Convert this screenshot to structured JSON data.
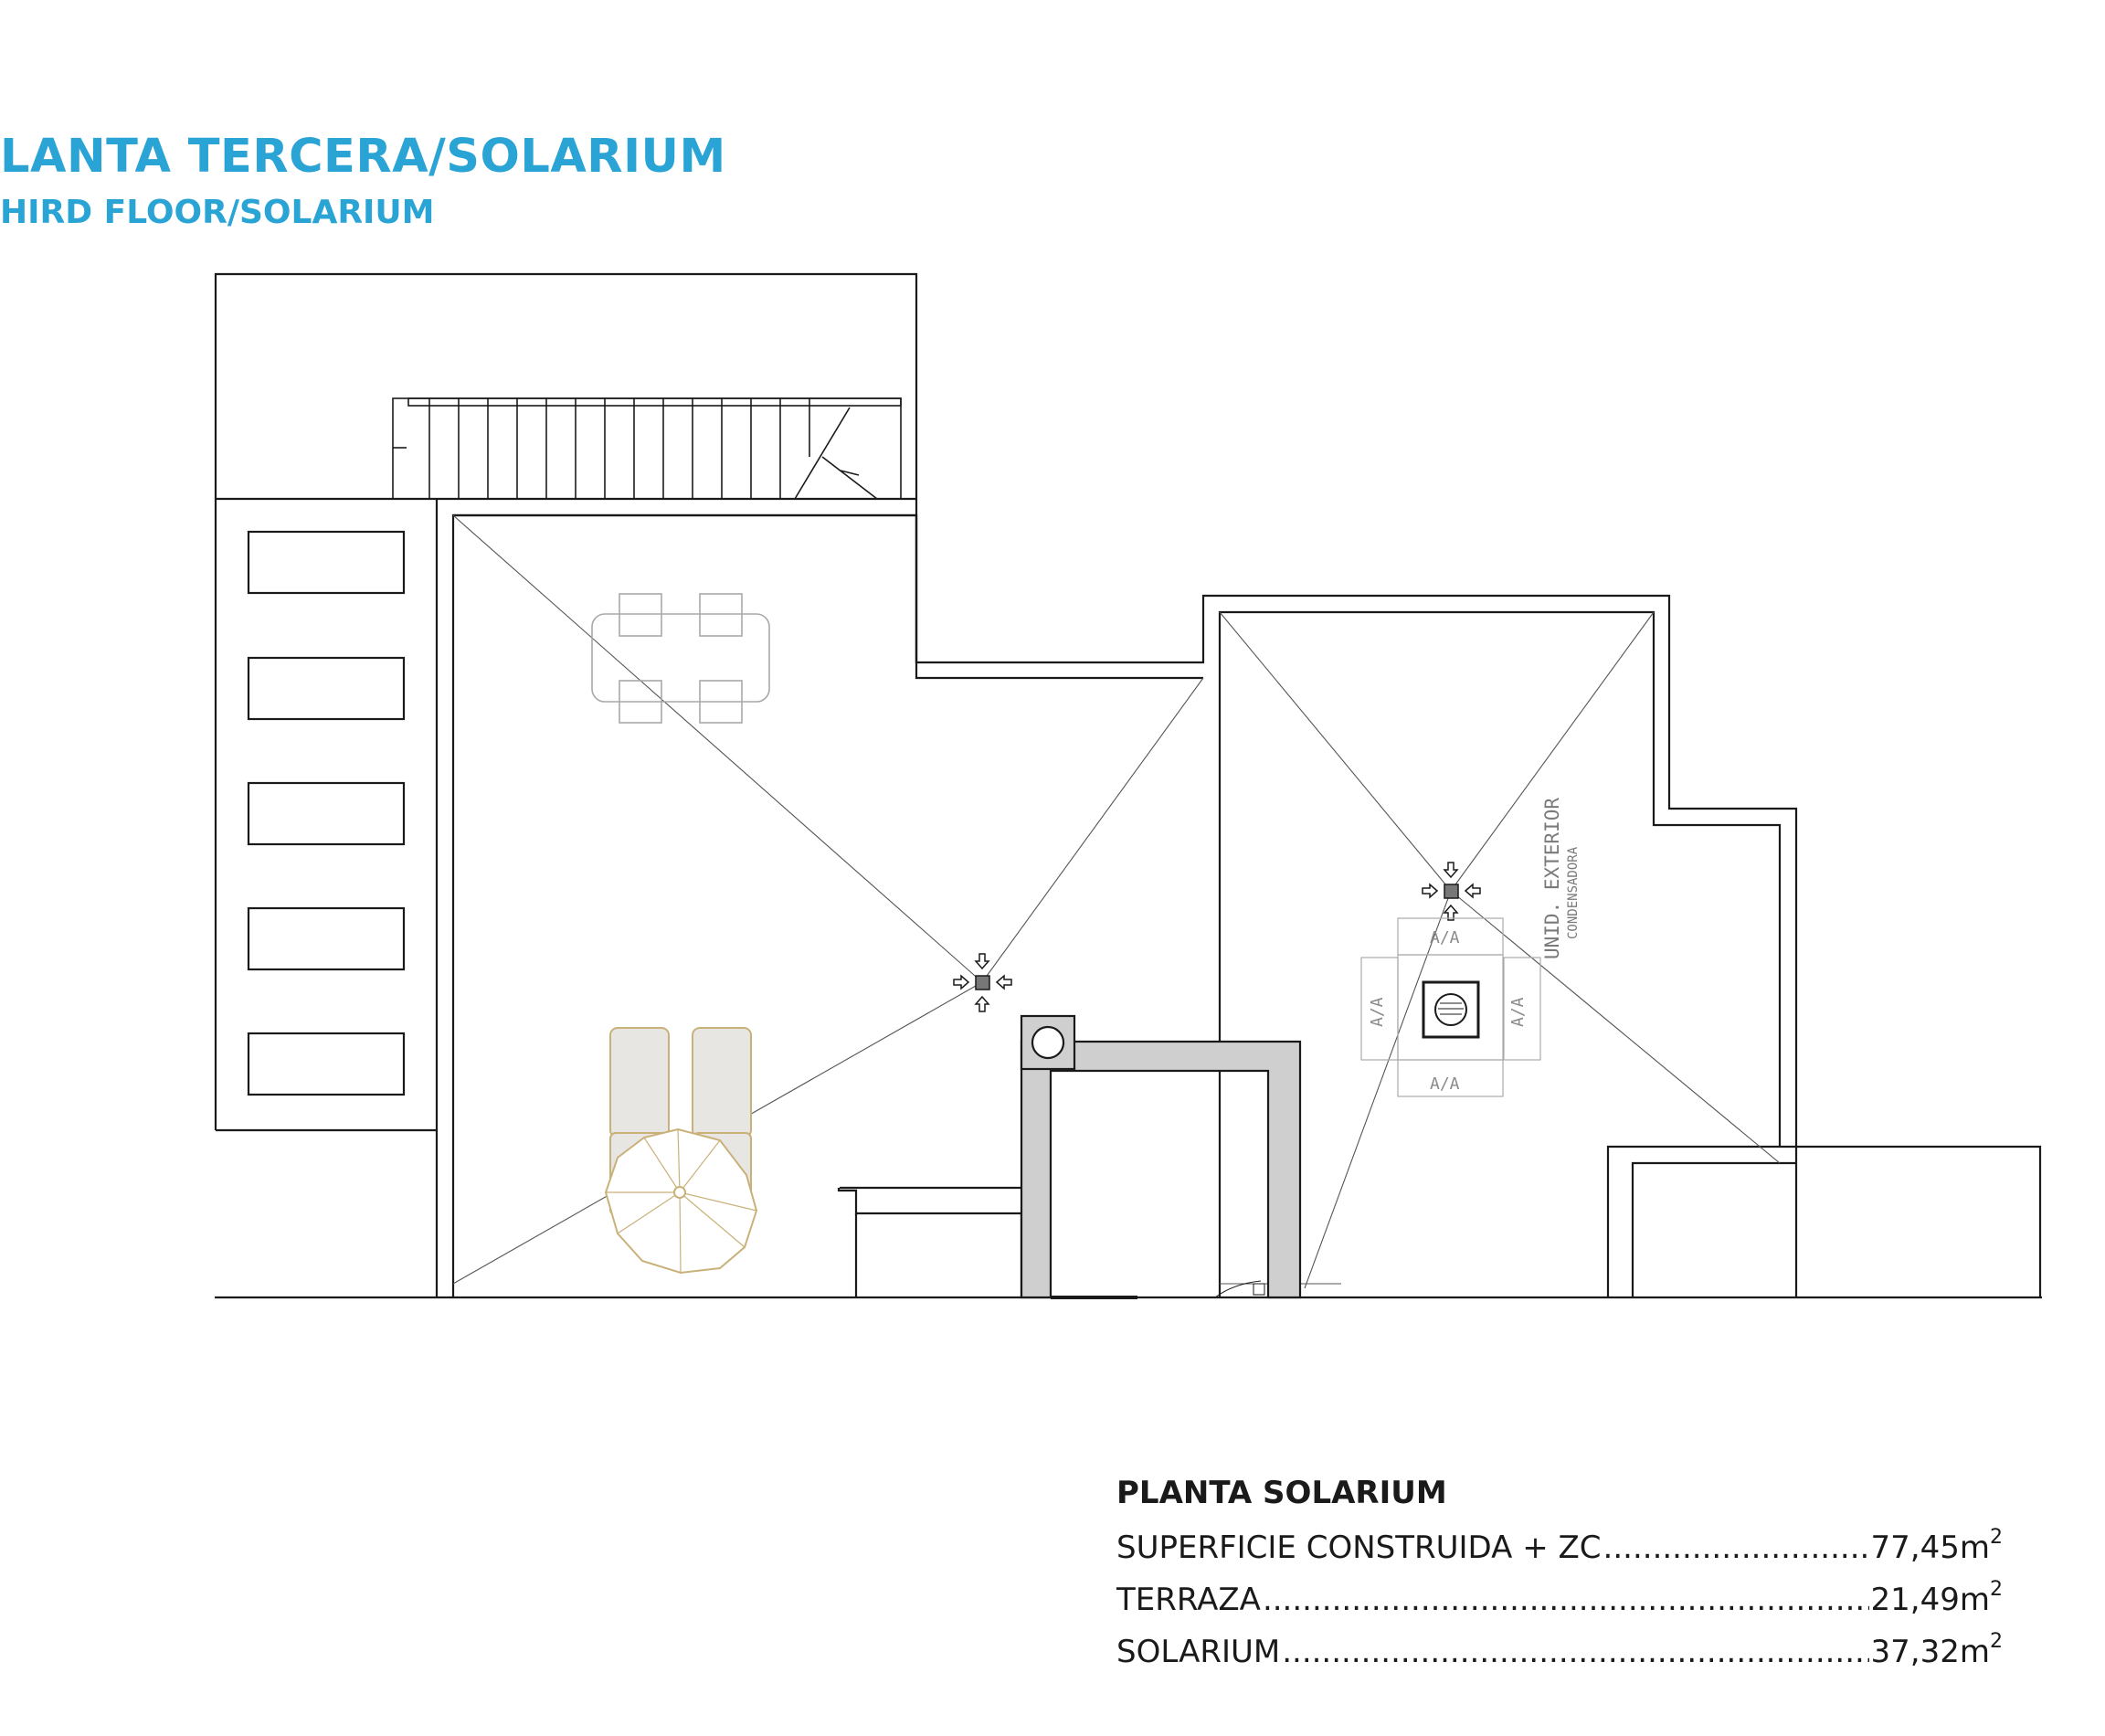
{
  "header": {
    "title_es": "LANTA TERCERA/SOLARIUM",
    "title_en": "HIRD FLOOR/SOLARIUM"
  },
  "plan": {
    "unit_label_1": "UNID. EXTERIOR",
    "unit_label_2": "CONDENSADORA",
    "aa_label": "A/A"
  },
  "areas": {
    "heading": "PLANTA SOLARIUM",
    "rows": [
      {
        "label": "SUPERFICIE CONSTRUIDA + ZC",
        "value": "77,45m",
        "unit_sup": "2"
      },
      {
        "label": "TERRAZA",
        "value": "21,49m",
        "unit_sup": "2"
      },
      {
        "label": "SOLARIUM",
        "value": "37,32m",
        "unit_sup": "2"
      }
    ]
  },
  "colors": {
    "title": "#2aa3d5",
    "lines": "#1a1a1a",
    "furniture_sun": "#c9b17a",
    "furniture_table": "#a8a8a8",
    "wall_fill": "#cfcfcf"
  }
}
